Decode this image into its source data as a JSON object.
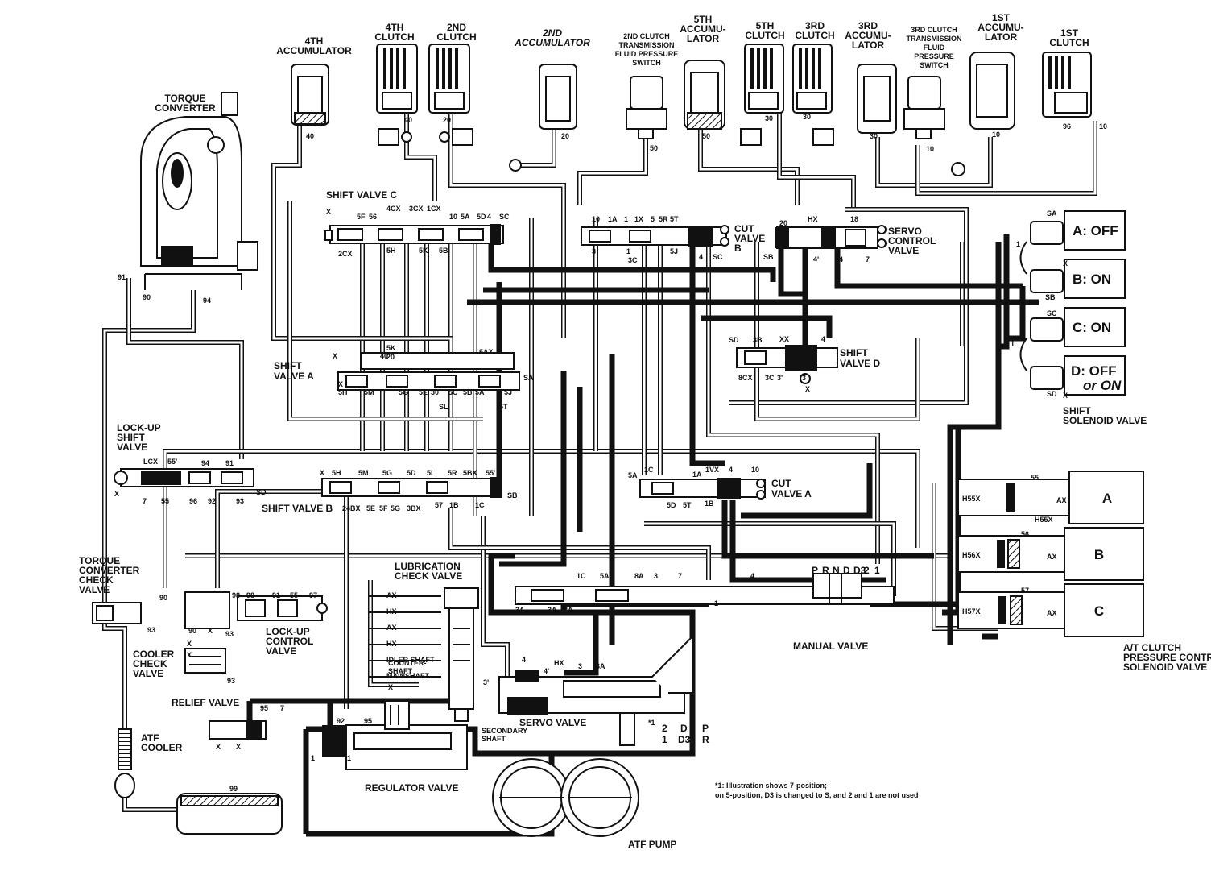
{
  "components": {
    "accumulator_4th": [
      "4TH",
      "ACCUMULATOR"
    ],
    "clutch_4th": [
      "4TH",
      "CLUTCH"
    ],
    "clutch_2nd": [
      "2ND",
      "CLUTCH"
    ],
    "accumulator_2nd": [
      "2ND",
      "ACCUMULATOR"
    ],
    "pressure_switch_2nd": [
      "2ND CLUTCH",
      "TRANSMISSION",
      "FLUID PRESSURE",
      "SWITCH"
    ],
    "accumulator_5th": [
      "5TH",
      "ACCUMU-",
      "LATOR"
    ],
    "clutch_5th": [
      "5TH",
      "CLUTCH"
    ],
    "clutch_3rd": [
      "3RD",
      "CLUTCH"
    ],
    "accumulator_3rd": [
      "3RD",
      "ACCUMU-",
      "LATOR"
    ],
    "pressure_switch_3rd": [
      "3RD CLUTCH",
      "TRANSMISSION",
      "FLUID",
      "PRESSURE",
      "SWITCH"
    ],
    "accumulator_1st": [
      "1ST",
      "ACCUMU-",
      "LATOR"
    ],
    "clutch_1st": [
      "1ST",
      "CLUTCH"
    ],
    "torque_converter": [
      "TORQUE",
      "CONVERTER"
    ],
    "shift_valve_c": "SHIFT VALVE C",
    "shift_valve_a": [
      "SHIFT",
      "VALVE A"
    ],
    "shift_valve_b": "SHIFT VALVE B",
    "shift_valve_d": [
      "SHIFT",
      "VALVE D"
    ],
    "cut_valve_a": [
      "CUT",
      "VALVE A"
    ],
    "cut_valve_b": [
      "CUT",
      "VALVE",
      "B"
    ],
    "servo_control_valve": [
      "SERVO",
      "CONTROL",
      "VALVE"
    ],
    "lockup_shift_valve": [
      "LOCK-UP",
      "SHIFT",
      "VALVE"
    ],
    "tc_check_valve": [
      "TORQUE",
      "CONVERTER",
      "CHECK",
      "VALVE"
    ],
    "cooler_check_valve": [
      "COOLER",
      "CHECK",
      "VALVE"
    ],
    "lockup_control_valve": [
      "LOCK-UP",
      "CONTROL",
      "VALVE"
    ],
    "relief_valve": "RELIEF VALVE",
    "atf_cooler": [
      "ATF",
      "COOLER"
    ],
    "lubrication_check_valve": [
      "LUBRICATION",
      "CHECK VALVE"
    ],
    "regulator_valve": "REGULATOR VALVE",
    "servo_valve": "SERVO VALVE",
    "manual_valve": "MANUAL VALVE",
    "atf_pump": "ATF PUMP",
    "shift_solenoid_valve": [
      "SHIFT",
      "SOLENOID VALVE"
    ],
    "pressure_control_solenoid": [
      "A/T CLUTCH",
      "PRESSURE CONTROL",
      "SOLENOID VALVE"
    ]
  },
  "solenoid_states": [
    "A: OFF",
    "B: ON",
    "C: ON",
    "D: OFF",
    "or ON"
  ],
  "pcs_labels": [
    "A",
    "B",
    "C"
  ],
  "pcs_ports": [
    "H55X",
    "H56X",
    "H57X",
    "AX",
    "55",
    "56",
    "57",
    "4\"",
    "1"
  ],
  "lube_list": [
    "AX",
    "HX",
    "AX",
    "HX",
    "IDLER SHAFT",
    "MAINSHAFT",
    "COUNTER-",
    "SHAFT",
    "X",
    "SECONDARY",
    "SHAFT"
  ],
  "manual_positions": [
    "P",
    "R",
    "N",
    "D",
    "D3",
    "2",
    "1"
  ],
  "servo_positions": [
    "2",
    "D",
    "P",
    "1",
    "D3",
    "R",
    "*1"
  ],
  "footnote": [
    "*1: Illustration shows 7-position;",
    "on 5-position, D3 is changed to S, and 2 and 1 are not used"
  ],
  "port_codes": {
    "accumulators": [
      "40",
      "40",
      "20",
      "20",
      "50",
      "50",
      "30",
      "30",
      "30",
      "10",
      "10",
      "96",
      "10"
    ],
    "shift_valve_c": [
      "X",
      "5F",
      "56",
      "4CX",
      "3CX",
      "1CX",
      "10",
      "5A",
      "5D",
      "4",
      "SC",
      "2CX",
      "5H",
      "5K",
      "5B"
    ],
    "cut_valve_b": [
      "10",
      "1A",
      "1",
      "1X",
      "5",
      "5R",
      "5T",
      "3",
      "1",
      "3C",
      "5J",
      "4",
      "SC"
    ],
    "servo_control": [
      "20",
      "HX",
      "18",
      "SB",
      "4'",
      "4",
      "7",
      "SA",
      "SB",
      "X",
      "SC",
      "SD",
      "X",
      "1",
      "1"
    ],
    "shift_valve_a": [
      "X",
      "5K",
      "20",
      "40",
      "5AX",
      "SA",
      "5H",
      "5M",
      "5G",
      "5E",
      "30",
      "5C",
      "5B",
      "5A",
      "5J",
      "SL",
      "5T",
      "X"
    ],
    "shift_valve_d": [
      "SD",
      "3B",
      "XX",
      "4",
      "8CX",
      "3C",
      "3'",
      "3",
      "X"
    ],
    "lockup_shift": [
      "LCX",
      "55'",
      "94",
      "91",
      "SD",
      "7",
      "55",
      "96",
      "92",
      "93",
      "X",
      "91",
      "90",
      "94"
    ],
    "shift_valve_b": [
      "X",
      "5H",
      "5M",
      "5G",
      "5D",
      "5L",
      "5R",
      "5BX",
      "55'",
      "24BX",
      "5E",
      "5F",
      "5G",
      "3BX",
      "57",
      "1B",
      "1C",
      "SB"
    ],
    "cut_valve_a": [
      "5A",
      "1C",
      "1A",
      "1VX",
      "4",
      "10",
      "5D",
      "5T",
      "1B"
    ],
    "manual_valve": [
      "1C",
      "5A",
      "3A",
      "3",
      "7",
      "4",
      "3A",
      "3A",
      "8A",
      "1"
    ],
    "servo_valve": [
      "4",
      "4'",
      "HX",
      "3",
      "3A",
      "3'"
    ],
    "lockup_control": [
      "90",
      "98",
      "91",
      "55",
      "97",
      "90",
      "X",
      "93",
      "X",
      "X",
      "93",
      "98",
      "93"
    ],
    "relief_regulator": [
      "95",
      "7",
      "X",
      "X",
      "92",
      "95",
      "1",
      "1",
      "99"
    ]
  },
  "title": ""
}
